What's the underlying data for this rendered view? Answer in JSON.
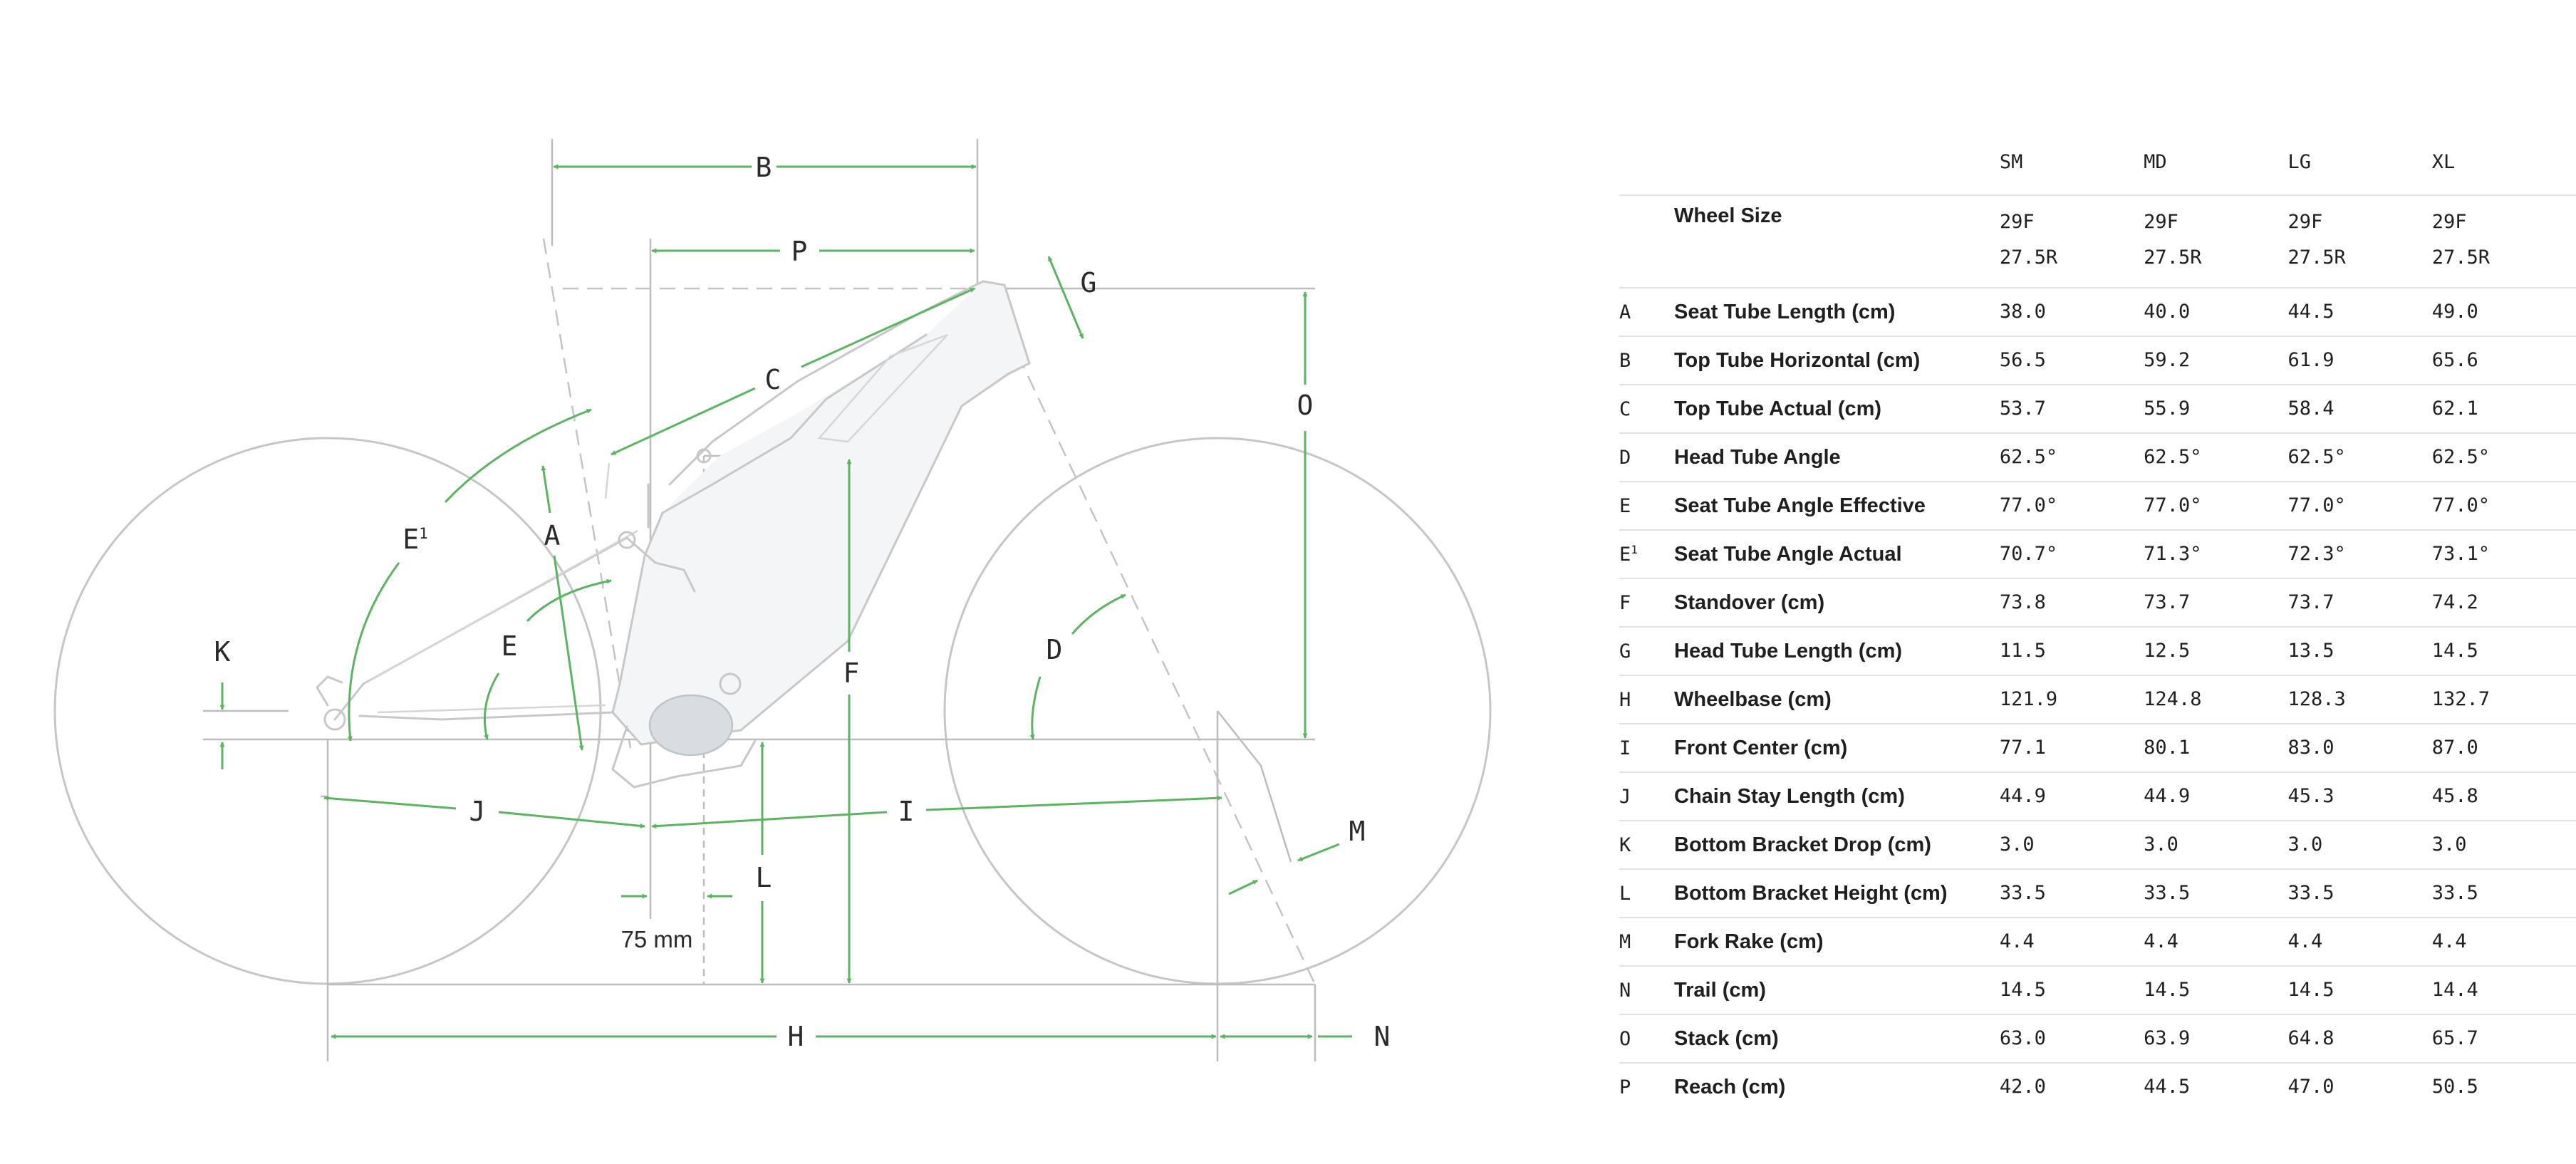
{
  "diagram": {
    "labels": {
      "A": "A",
      "B": "B",
      "C": "C",
      "D": "D",
      "E": "E",
      "E1": "E",
      "E1_sup": "1",
      "F": "F",
      "G": "G",
      "H": "H",
      "I": "I",
      "J": "J",
      "K": "K",
      "L": "L",
      "M": "M",
      "N": "N",
      "O": "O",
      "P": "P"
    },
    "offset_note": "75 mm",
    "accent_color": "#5ab460"
  },
  "geometry": {
    "sizes": [
      "SM",
      "MD",
      "LG",
      "XL"
    ],
    "wheel_size": {
      "name": "Wheel Size",
      "values": [
        [
          "29F",
          "27.5R"
        ],
        [
          "29F",
          "27.5R"
        ],
        [
          "29F",
          "27.5R"
        ],
        [
          "29F",
          "27.5R"
        ]
      ]
    },
    "rows": [
      {
        "letter": "A",
        "name": "Seat Tube Length (cm)",
        "values": [
          "38.0",
          "40.0",
          "44.5",
          "49.0"
        ]
      },
      {
        "letter": "B",
        "name": "Top Tube Horizontal (cm)",
        "values": [
          "56.5",
          "59.2",
          "61.9",
          "65.6"
        ]
      },
      {
        "letter": "C",
        "name": "Top Tube Actual (cm)",
        "values": [
          "53.7",
          "55.9",
          "58.4",
          "62.1"
        ]
      },
      {
        "letter": "D",
        "name": "Head Tube Angle",
        "values": [
          "62.5°",
          "62.5°",
          "62.5°",
          "62.5°"
        ]
      },
      {
        "letter": "E",
        "name": "Seat Tube Angle Effective",
        "values": [
          "77.0°",
          "77.0°",
          "77.0°",
          "77.0°"
        ]
      },
      {
        "letter": "E",
        "letter_sup": "1",
        "name": "Seat Tube Angle Actual",
        "values": [
          "70.7°",
          "71.3°",
          "72.3°",
          "73.1°"
        ]
      },
      {
        "letter": "F",
        "name": "Standover (cm)",
        "values": [
          "73.8",
          "73.7",
          "73.7",
          "74.2"
        ]
      },
      {
        "letter": "G",
        "name": "Head Tube Length (cm)",
        "values": [
          "11.5",
          "12.5",
          "13.5",
          "14.5"
        ]
      },
      {
        "letter": "H",
        "name": "Wheelbase (cm)",
        "values": [
          "121.9",
          "124.8",
          "128.3",
          "132.7"
        ]
      },
      {
        "letter": "I",
        "name": "Front Center (cm)",
        "values": [
          "77.1",
          "80.1",
          "83.0",
          "87.0"
        ]
      },
      {
        "letter": "J",
        "name": "Chain Stay Length (cm)",
        "values": [
          "44.9",
          "44.9",
          "45.3",
          "45.8"
        ]
      },
      {
        "letter": "K",
        "name": "Bottom Bracket Drop (cm)",
        "values": [
          "3.0",
          "3.0",
          "3.0",
          "3.0"
        ]
      },
      {
        "letter": "L",
        "name": "Bottom Bracket Height (cm)",
        "values": [
          "33.5",
          "33.5",
          "33.5",
          "33.5"
        ]
      },
      {
        "letter": "M",
        "name": "Fork Rake (cm)",
        "values": [
          "4.4",
          "4.4",
          "4.4",
          "4.4"
        ]
      },
      {
        "letter": "N",
        "name": "Trail (cm)",
        "values": [
          "14.5",
          "14.5",
          "14.5",
          "14.4"
        ]
      },
      {
        "letter": "O",
        "name": "Stack (cm)",
        "values": [
          "63.0",
          "63.9",
          "64.8",
          "65.7"
        ]
      },
      {
        "letter": "P",
        "name": "Reach (cm)",
        "values": [
          "42.0",
          "44.5",
          "47.0",
          "50.5"
        ]
      }
    ]
  }
}
